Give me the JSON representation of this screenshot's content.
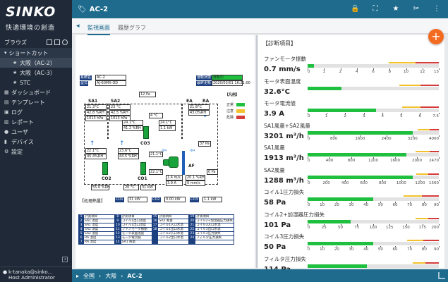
{
  "brand": {
    "logo": "SINKO",
    "subtitle": "快適環境の創造"
  },
  "sidebar": {
    "browse_label": "ブラウズ",
    "shortcut_label": "ショートカット",
    "shortcuts": [
      "大阪（AC-2）",
      "大阪（AC-3）",
      "STC"
    ],
    "items": [
      "ダッシュボード",
      "テンプレート",
      "ログ",
      "レポート",
      "ユーザ",
      "デバイス",
      "設定"
    ],
    "user_name": "k-tanaka@sinko...",
    "user_role": "Host Administrator"
  },
  "topbar": {
    "title": "AC-2"
  },
  "tabs": [
    "監視画面",
    "履歴グラフ"
  ],
  "breadcrumb": [
    "全国",
    "大阪",
    "AC-2"
  ],
  "diagram": {
    "info": {
      "system_name_label": "系統名",
      "system_name": "AC-2",
      "model_label": "型式",
      "model": "AJ-60MX-OD",
      "status_label": "運転状態",
      "status": "運転中",
      "last_update_label": "最終更新",
      "last_update": "2020/03/01 16:21:00"
    },
    "labels": [
      "SA1",
      "SA2",
      "EA",
      "RA",
      "CO3",
      "CO2",
      "CO1",
      "AF"
    ],
    "readings": [
      "21.3°C",
      "42.8 %RH",
      "1013 hPa",
      "23 °C",
      "42.5 %RH",
      "1013 hPa",
      "12 Pa",
      "24.1°C",
      "41.2 %RH",
      "4 °C",
      "21.8°C",
      "43.0%RH",
      "22.1°C",
      "45.4%RH",
      "23.6°C",
      "44.5 %RH",
      "21.1°C",
      "22.1°C",
      "1.4 m/s",
      "3.9 A",
      "55.6 %RH",
      "20 °C",
      "31 kW",
      "20.1 %RH",
      "0 mm/s",
      "0 Pa",
      "24.1°C",
      "1.1 kW",
      "37 Pa"
    ],
    "legend_title": "【凡例】",
    "legend": [
      {
        "label": "正常",
        "color": "#1fbf3f"
      },
      {
        "label": "注意",
        "color": "#f2c12e"
      },
      {
        "label": "危険",
        "color": "#d63b3b"
      }
    ],
    "bottom_label": "【処理熱量】",
    "bottom_values": [
      "CO1",
      "31 kW",
      "CO2",
      "0.00 kW",
      "CO3",
      "1.1 kW"
    ],
    "point_table": [
      [
        "1",
        "計測項目",
        "8",
        "計測項目",
        "15",
        "計測項目",
        "19",
        "計測項目"
      ],
      [
        "2",
        "SA1 温度",
        "9",
        "コイル1出口温度",
        "16",
        "SA2 風量",
        "20",
        "コイル2+加湿器圧力損失"
      ],
      [
        "3",
        "SA1 湿度",
        "10",
        "コイル1出口湿度",
        "17",
        "コイル1入口水温",
        "21",
        "コイル3入口水温"
      ],
      [
        "4",
        "SA2 温度",
        "11",
        "ファンモータ振動",
        "18",
        "コイル1出口水温",
        "22",
        "コイル3出口水温"
      ],
      [
        "5",
        "SA2 湿度",
        "12",
        "モータ表面温度",
        "",
        "コイル2入口水温",
        "23",
        "コイル3圧力損失"
      ],
      [
        "6",
        "RA 温度",
        "13",
        "モータ電流値",
        "",
        "コイル2出口水温",
        "24",
        "フィルタ圧力損失"
      ],
      [
        "7",
        "RA 湿度",
        "14",
        "SA1 風量",
        "",
        "",
        "",
        ""
      ]
    ]
  },
  "diagnostics": {
    "title": "【診断項目】",
    "metrics": [
      {
        "name": "ファンモータ振動",
        "value": "0.7 mm/s",
        "ticks": [
          "0",
          "1",
          "2",
          "4",
          "6",
          "8",
          "10",
          "12",
          "15"
        ],
        "fill": 0.05,
        "warn": [
          0.62,
          0.82
        ],
        "err": [
          0.82,
          1.0
        ]
      },
      {
        "name": "モータ表面温度",
        "value": "32.6°C",
        "ticks": [],
        "fill": 0.26,
        "warn": [
          0.7,
          0.86
        ],
        "err": [
          0.86,
          1.0
        ]
      },
      {
        "name": "モータ電流値",
        "value": "3.9 A",
        "ticks": [
          "0",
          "1",
          "2",
          "3",
          "4",
          "5",
          "6",
          "7.5"
        ],
        "fill": 0.52,
        "warn": [
          0.72,
          0.86
        ],
        "err": [
          0.86,
          1.0
        ]
      },
      {
        "name": "SA1風量+SA2風量",
        "value": "3201 m³/h",
        "ticks": [
          "0",
          "800",
          "1600",
          "2400",
          "3200",
          "4000"
        ],
        "fill": 0.8,
        "warn": [
          0.84,
          0.93
        ],
        "err": [
          0.93,
          1.0
        ]
      },
      {
        "name": "SA1風量",
        "value": "1913 m³/h",
        "ticks": [
          "0",
          "400",
          "800",
          "1200",
          "1600",
          "2000",
          "2470"
        ],
        "fill": 0.75,
        "warn": [
          0.82,
          0.93
        ],
        "err": [
          0.93,
          1.0
        ]
      },
      {
        "name": "SA2風量",
        "value": "1288 m³/h",
        "ticks": [
          "0",
          "200",
          "400",
          "600",
          "800",
          "1000",
          "1200",
          "1560"
        ],
        "fill": 0.8,
        "warn": [
          0.83,
          0.92
        ],
        "err": [
          0.92,
          1.0
        ]
      },
      {
        "name": "コイル1圧力損失",
        "value": "58 Pa",
        "ticks": [
          "0",
          "10",
          "20",
          "30",
          "40",
          "50",
          "60",
          "70",
          "80",
          "90"
        ],
        "fill": 0.5,
        "warn": [
          0.73,
          0.87
        ],
        "err": [
          0.87,
          1.0
        ]
      },
      {
        "name": "コイル2+加湿器圧力損失",
        "value": "101 Pa",
        "ticks": [
          "0",
          "25",
          "50",
          "75",
          "100",
          "125",
          "150",
          "175",
          "200"
        ],
        "fill": 0.33,
        "warn": [
          0.82,
          0.92
        ],
        "err": [
          0.92,
          1.0
        ]
      },
      {
        "name": "コイル3圧力損失",
        "value": "50 Pa",
        "ticks": [
          "0",
          "10",
          "20",
          "30",
          "40",
          "50",
          "60",
          "70",
          "80",
          "90"
        ],
        "fill": 0.5,
        "warn": [
          0.76,
          0.88
        ],
        "err": [
          0.88,
          1.0
        ]
      },
      {
        "name": "フィルタ圧力損失",
        "value": "114 Pa",
        "ticks": [],
        "fill": 0.45,
        "warn": [
          0.8,
          0.9
        ],
        "err": [
          0.9,
          1.0
        ]
      }
    ]
  }
}
